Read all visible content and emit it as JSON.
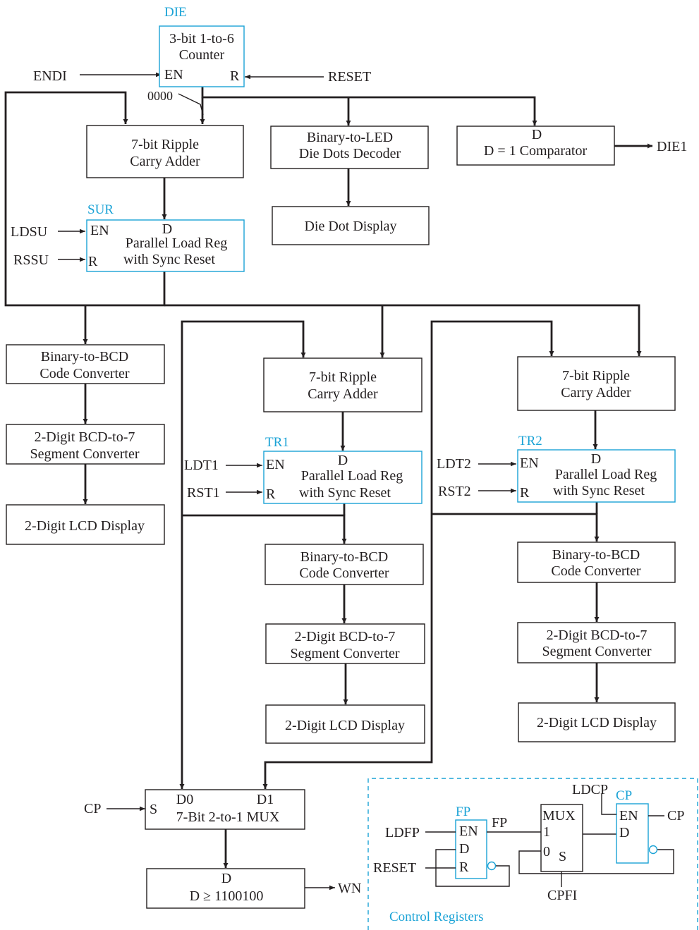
{
  "die": {
    "tag": "DIE",
    "line1": "3-bit 1-to-6",
    "line2": "Counter",
    "en": "EN",
    "r": "R",
    "endi": "ENDI",
    "reset": "RESET",
    "zeros": "0000"
  },
  "adder_sur": {
    "line1": "7-bit Ripple",
    "line2": "Carry Adder"
  },
  "led_decoder": {
    "line1": "Binary-to-LED",
    "line2": "Die Dots Decoder"
  },
  "comparator1": {
    "d": "D",
    "line": "D = 1 Comparator",
    "out": "DIE1"
  },
  "die_display": {
    "line": "Die Dot Display"
  },
  "sur": {
    "tag": "SUR",
    "en": "EN",
    "d": "D",
    "r": "R",
    "line1": "Parallel Load Reg",
    "line2": "with Sync Reset",
    "ld": "LDSU",
    "rs": "RSSU"
  },
  "left_chain": {
    "bcd1": "Binary-to-BCD",
    "bcd2": "Code Converter",
    "seg1": "2-Digit BCD-to-7",
    "seg2": "Segment Converter",
    "lcd": "2-Digit LCD Display"
  },
  "tr1_chain": {
    "add1": "7-bit Ripple",
    "add2": "Carry Adder",
    "tag": "TR1",
    "en": "EN",
    "d": "D",
    "r": "R",
    "reg1": "Parallel Load Reg",
    "reg2": "with Sync Reset",
    "ld": "LDT1",
    "rs": "RST1",
    "bcd1": "Binary-to-BCD",
    "bcd2": "Code Converter",
    "seg1": "2-Digit BCD-to-7",
    "seg2": "Segment Converter",
    "lcd": "2-Digit LCD Display"
  },
  "tr2_chain": {
    "add1": "7-bit Ripple",
    "add2": "Carry Adder",
    "tag": "TR2",
    "en": "EN",
    "d": "D",
    "r": "R",
    "reg1": "Parallel Load Reg",
    "reg2": "with Sync Reset",
    "ld": "LDT2",
    "rs": "RST2",
    "bcd1": "Binary-to-BCD",
    "bcd2": "Code Converter",
    "seg1": "2-Digit BCD-to-7",
    "seg2": "Segment Converter",
    "lcd": "2-Digit LCD Display"
  },
  "mux": {
    "s": "S",
    "d0": "D0",
    "d1": "D1",
    "line": "7-Bit 2-to-1 MUX",
    "cp": "CP"
  },
  "comparator2": {
    "d": "D",
    "line": "D ≥ 1100100",
    "out": "WN"
  },
  "control": {
    "title": "Control Registers",
    "fp_tag": "FP",
    "fp_en": "EN",
    "fp_d": "D",
    "fp_r": "R",
    "ldfp": "LDFP",
    "reset": "RESET",
    "fp_out": "FP",
    "mux_title": "MUX",
    "mux_1": "1",
    "mux_0": "0",
    "mux_s": "S",
    "cpfi": "CPFI",
    "ldcp": "LDCP",
    "cp_tag": "CP",
    "cp_en": "EN",
    "cp_d": "D",
    "cp_out": "CP"
  },
  "colors": {
    "accent": "#1ba3d6",
    "ink": "#231f20"
  }
}
